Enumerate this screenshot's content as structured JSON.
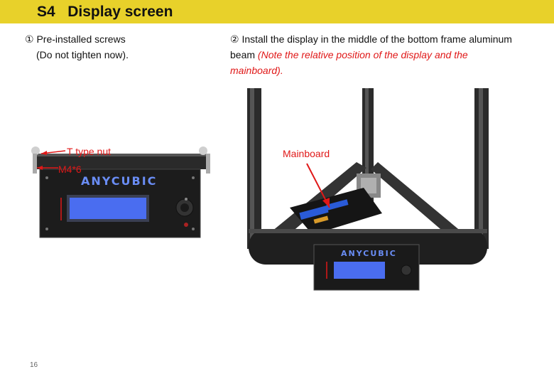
{
  "header": {
    "title": "S4   Display screen",
    "bar_color": "#e8d12a"
  },
  "step1": {
    "line1": "① Pre-installed screws",
    "line2": "(Do not tighten now)."
  },
  "step2": {
    "text": "② Install the display in the middle of the bottom frame aluminum beam ",
    "note": "(Note the relative position of the display and the mainboard)."
  },
  "callouts": {
    "t_nut": "T type nut",
    "m4": "M4*6",
    "mainboard": "Mainboard",
    "color": "#e01818"
  },
  "brand": {
    "display_logo": "ANYCUBIC",
    "printer_logo": "ANYCUBIC"
  },
  "page": {
    "number": "16"
  }
}
